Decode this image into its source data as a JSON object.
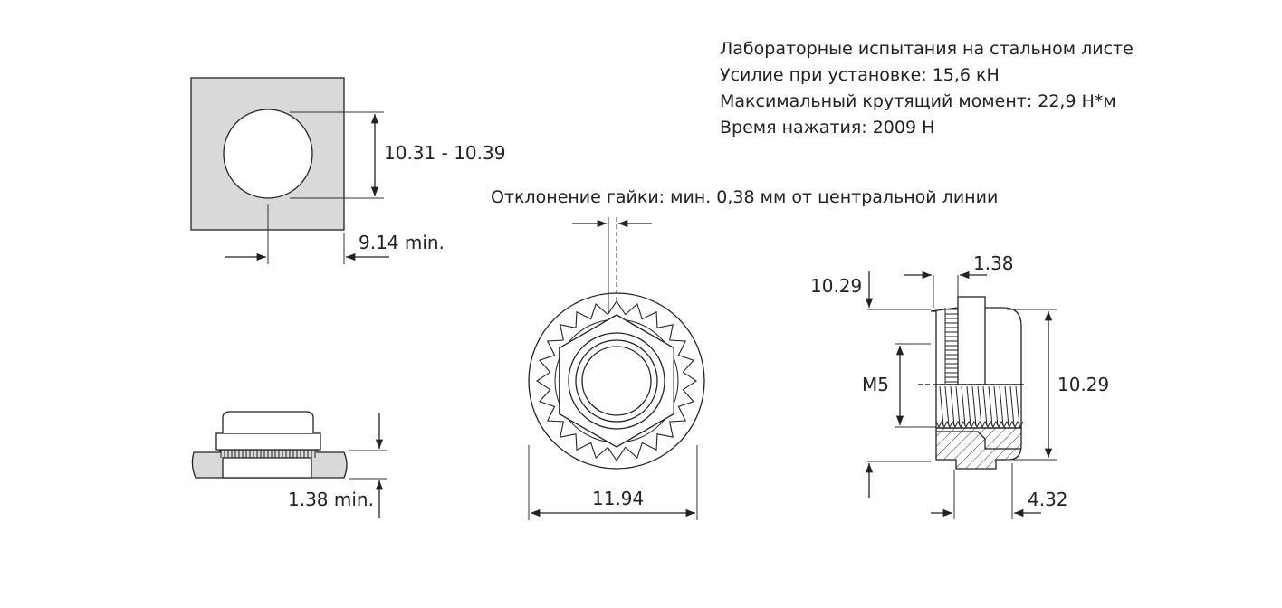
{
  "test_notes": {
    "line1": "Лабораторные испытания на стальном листе",
    "line2": "Усилие при установке: 15,6 кН",
    "line3": "Максимальный крутящий момент: 22,9 Н*м",
    "line4": "Время нажатия: 2009 Н"
  },
  "offset_note": "Отклонение гайки: мин. 0,38 мм от центральной линии",
  "dimensions": {
    "hole_diameter": "10.31 - 10.39",
    "edge_distance": "9.14 min.",
    "sheet_thickness": "1.38 min.",
    "flange_diameter": "11.94",
    "top_height": "10.29",
    "knurl_width": "1.38",
    "thread": "M5",
    "overall_height": "10.29",
    "shank_width": "4.32"
  },
  "colors": {
    "line": "#222222",
    "fill_gray": "#d9d9d9",
    "background": "#ffffff"
  }
}
